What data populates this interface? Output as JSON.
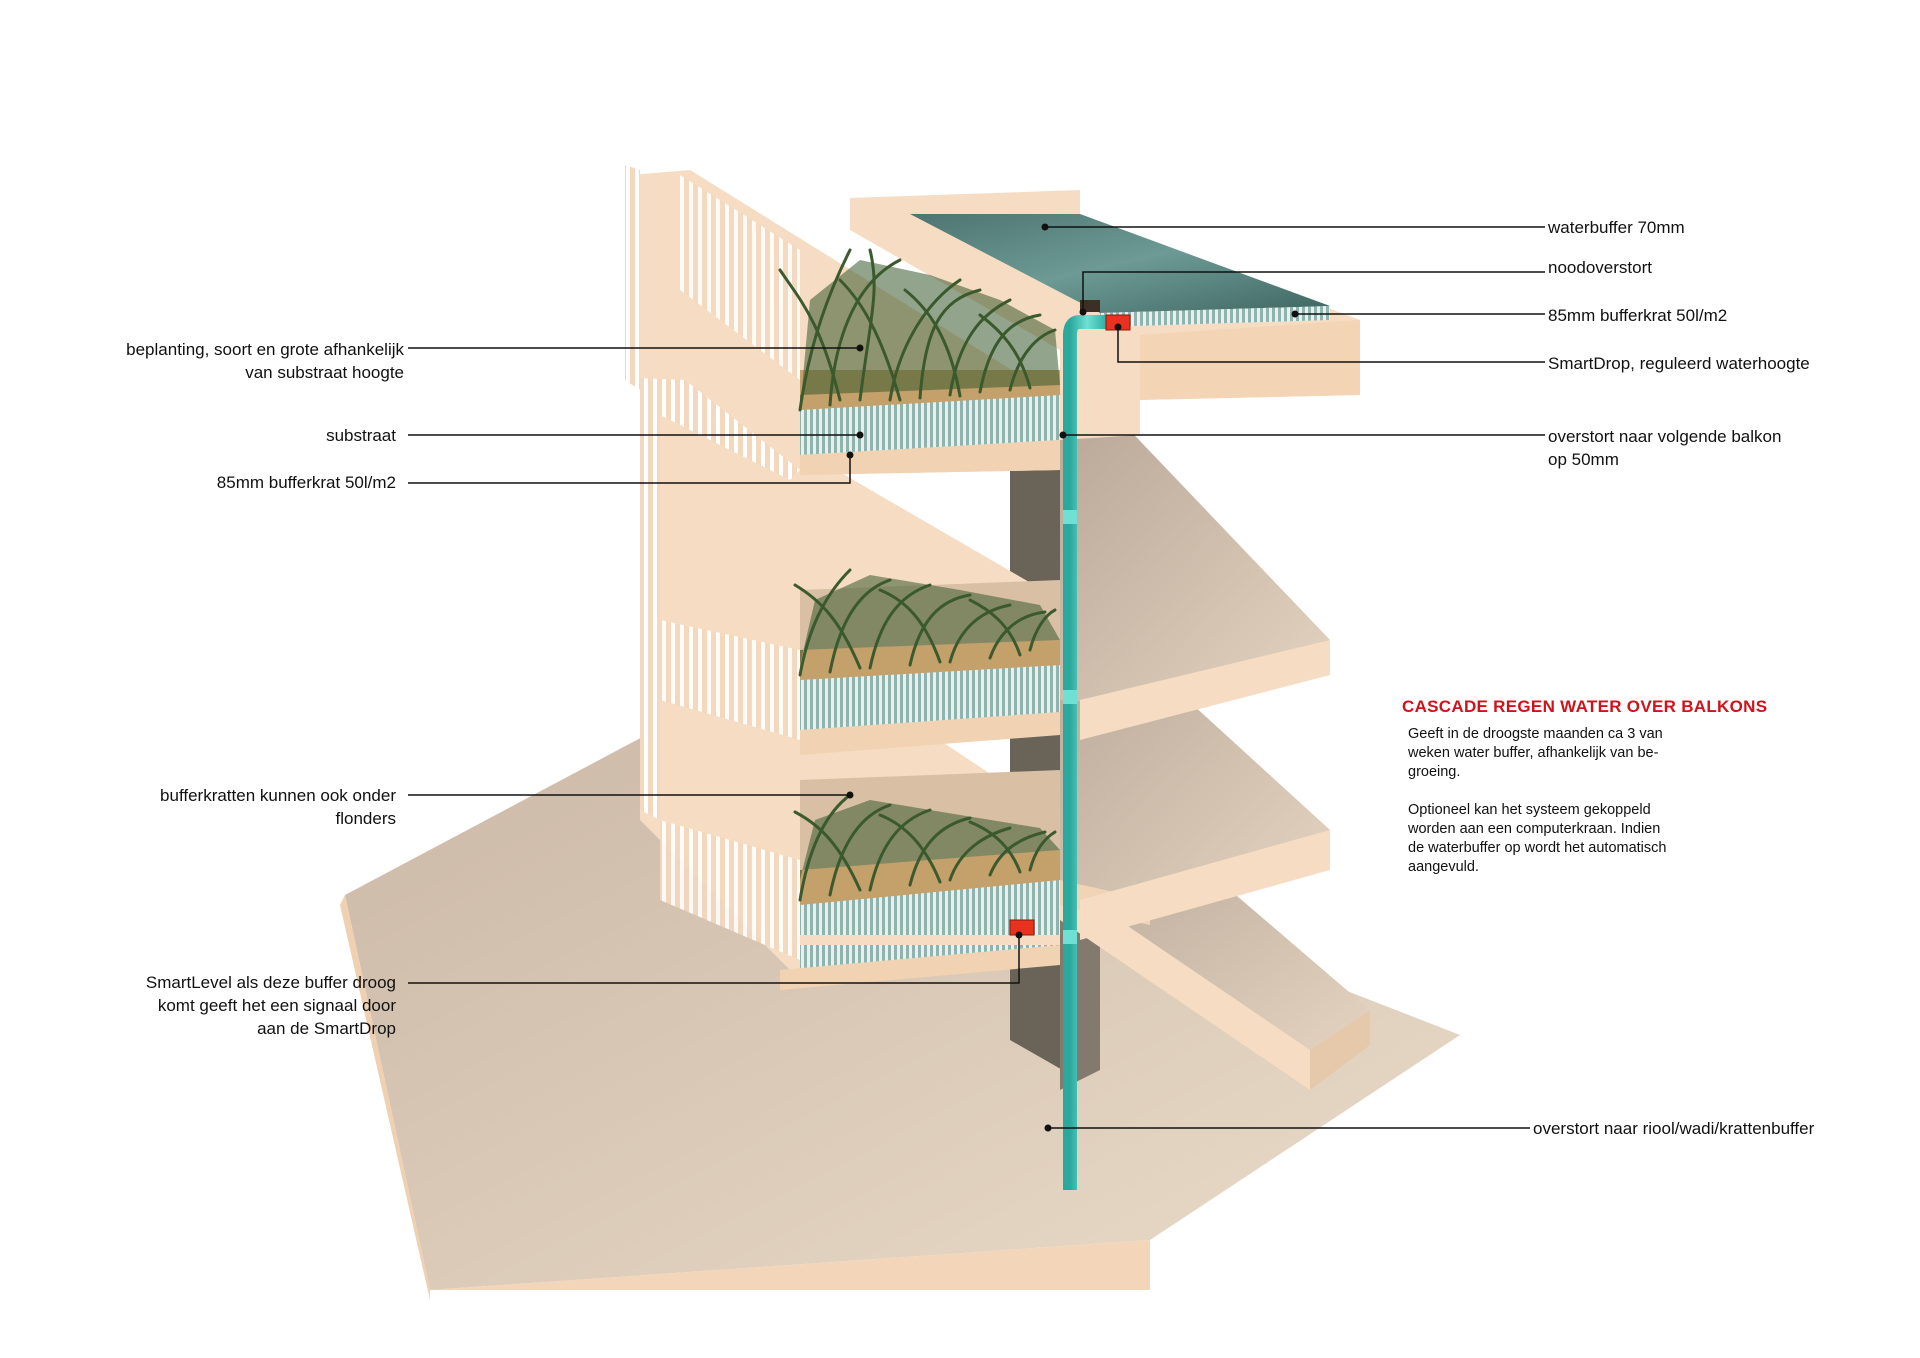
{
  "labels_right": {
    "waterbuffer": "waterbuffer 70mm",
    "noodoverstort": "noodoverstort",
    "bufferkrat_top": "85mm bufferkrat 50l/m2",
    "smartdrop": "SmartDrop, reguleerd waterhoogte",
    "overstort_balkon": [
      "overstort naar volgende balkon",
      "op 50mm"
    ],
    "overstort_riool": "overstort naar riool/wadi/krattenbuffer"
  },
  "labels_left": {
    "beplanting": [
      "beplanting, soort en grote afhankelijk",
      "van substraat hoogte"
    ],
    "substraat": "substraat",
    "bufferkrat": "85mm bufferkrat 50l/m2",
    "bufferkratten_onder": [
      "bufferkratten kunnen ook  onder",
      "flonders"
    ],
    "smartlevel": [
      "SmartLevel als deze buffer droog",
      "komt geeft het een signaal door",
      "aan de SmartDrop"
    ]
  },
  "info": {
    "title": "CASCADE REGEN WATER OVER BALKONS",
    "paragraph1": [
      "Geeft in de droogste maanden ca 3 van",
      "weken water buffer, afhankelijk van be-",
      "groeing."
    ],
    "paragraph2": [
      "Optioneel kan het systeem gekoppeld",
      "worden aan een computerkraan. Indien",
      "de waterbuffer op wordt het automatisch",
      "aangevuld."
    ]
  },
  "colors": {
    "concrete": "#f6dcc2",
    "concrete_shadow": "#e2c5a8",
    "ground": "#d8c6b4",
    "water": "#5d8a86",
    "pipe": "#49c9bd",
    "smart_device": "#e8311f",
    "title_red": "#d0121b",
    "grass": "#3b5a2e",
    "substrate": "#c4a06a"
  }
}
